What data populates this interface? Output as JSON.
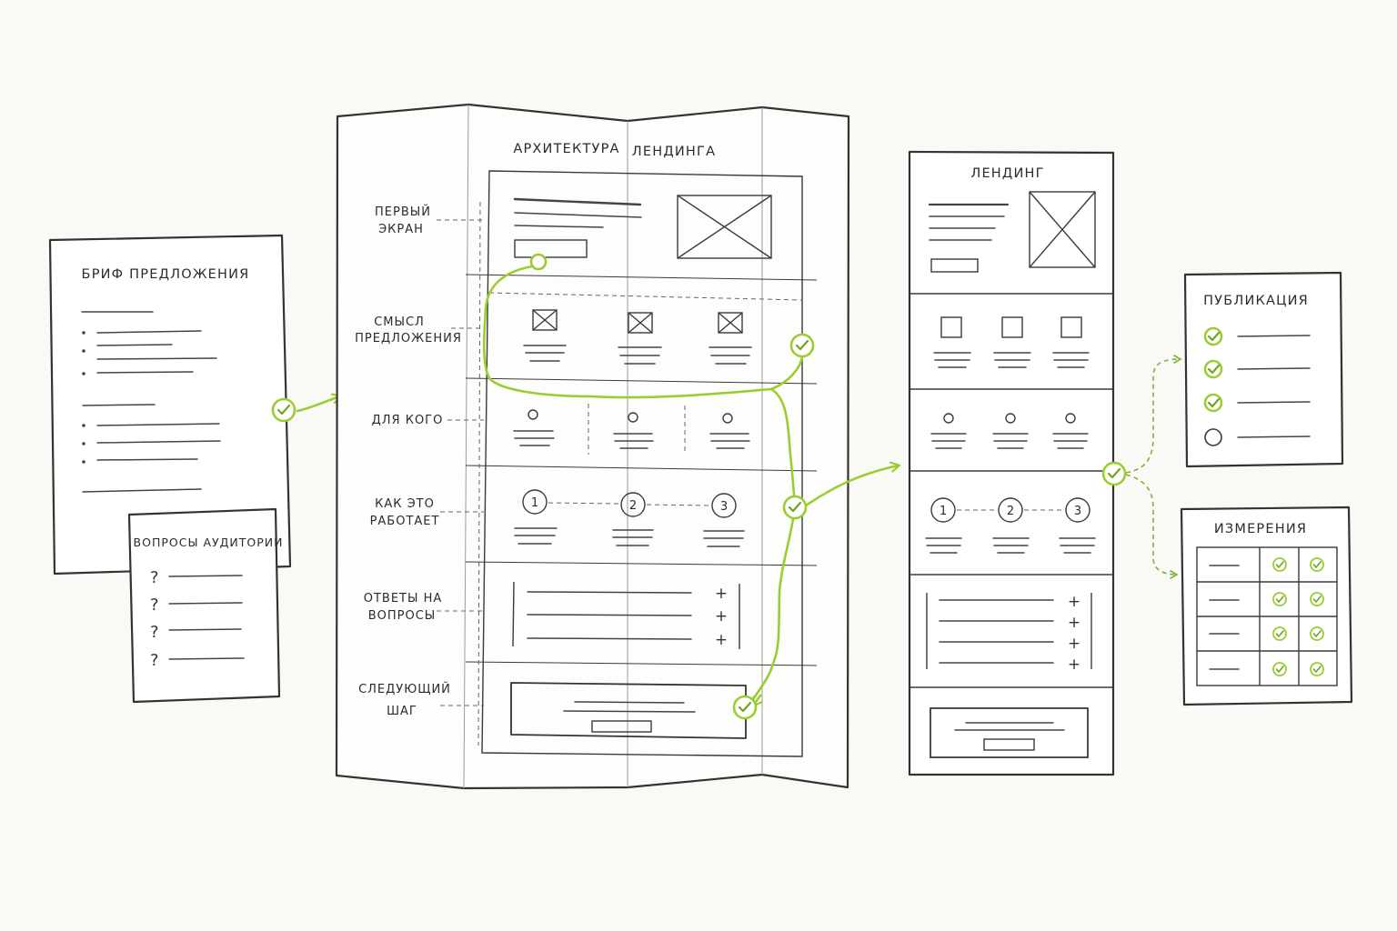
{
  "brief": {
    "title": "БРИФ ПРЕДЛОЖЕНИЯ"
  },
  "audience_questions": {
    "title": "ВОПРОСЫ АУДИТОРИИ",
    "mark": "?"
  },
  "architecture": {
    "title_part1": "АРХИТЕКТУРА",
    "title_part2": "ЛЕНДИНГА",
    "sections": [
      {
        "line1": "ПЕРВЫЙ",
        "line2": "ЭКРАН"
      },
      {
        "line1": "СМЫСЛ",
        "line2": "ПРЕДЛОЖЕНИЯ"
      },
      {
        "line1": "ДЛЯ КОГО",
        "line2": ""
      },
      {
        "line1": "КАК ЭТО",
        "line2": "РАБОТАЕТ"
      },
      {
        "line1": "ОТВЕТЫ НА",
        "line2": "ВОПРОСЫ"
      },
      {
        "line1": "СЛЕДУЮЩИЙ",
        "line2": "ШАГ"
      }
    ],
    "steps": [
      "1",
      "2",
      "3"
    ],
    "faq_mark": "+"
  },
  "landing": {
    "title": "ЛЕНДИНГ",
    "steps": [
      "1",
      "2",
      "3"
    ],
    "faq_mark": "+"
  },
  "publication": {
    "title": "ПУБЛИКАЦИЯ",
    "checklist": [
      {
        "done": true
      },
      {
        "done": true
      },
      {
        "done": true
      },
      {
        "done": false
      }
    ]
  },
  "measurements": {
    "title": "ИЗМЕРЕНИЯ"
  },
  "colors": {
    "accent": "#9acd32",
    "ink": "#333333",
    "paper": "#ffffff",
    "background": "#f9f9f6"
  }
}
